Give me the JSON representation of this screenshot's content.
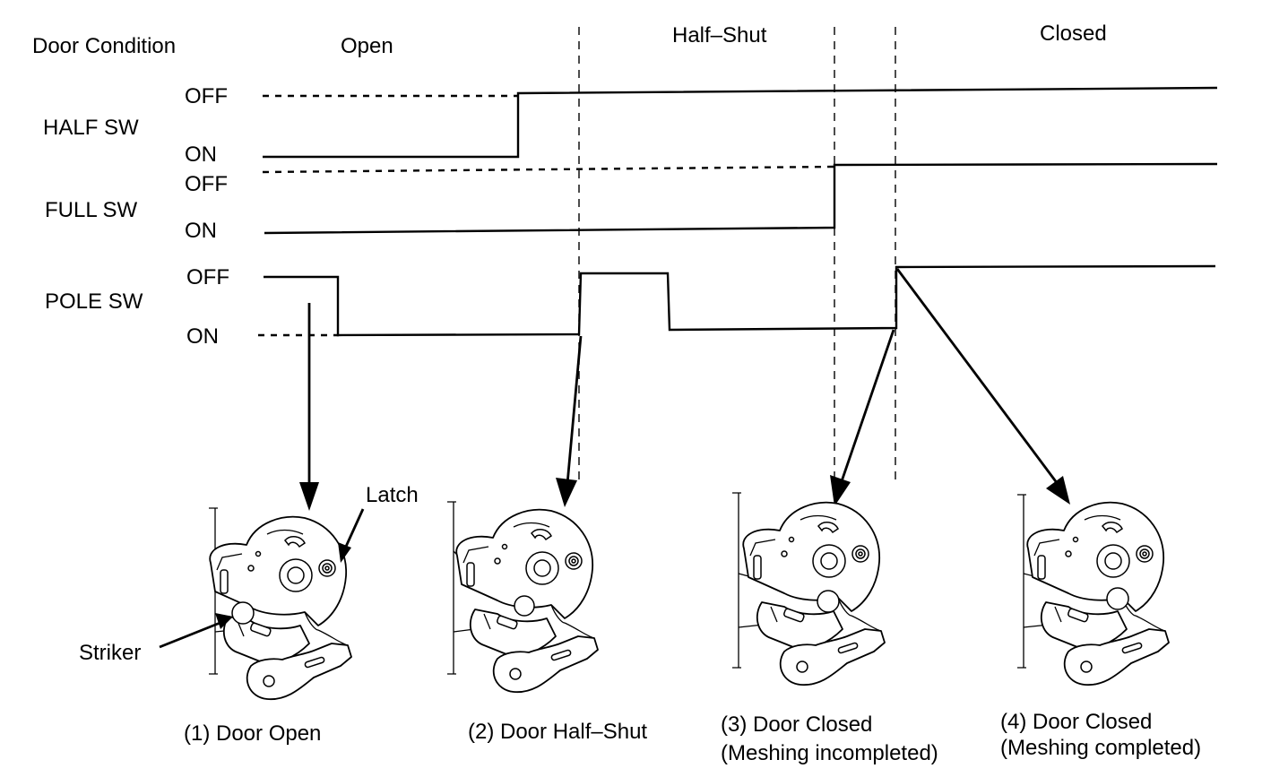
{
  "header": {
    "row_label": "Door Condition",
    "states": [
      "Open",
      "Half–Shut",
      "Closed"
    ]
  },
  "signals": [
    {
      "name": "HALF SW",
      "off_label": "OFF",
      "on_label": "ON"
    },
    {
      "name": "FULL SW",
      "off_label": "OFF",
      "on_label": "ON"
    },
    {
      "name": "POLE SW",
      "off_label": "OFF",
      "on_label": "ON"
    }
  ],
  "parts": {
    "latch": "Latch",
    "striker": "Striker"
  },
  "figures": [
    {
      "caption_line1": "(1) Door Open",
      "caption_line2": ""
    },
    {
      "caption_line1": "(2) Door Half–Shut",
      "caption_line2": ""
    },
    {
      "caption_line1": "(3) Door Closed",
      "caption_line2": "(Meshing incompleted)"
    },
    {
      "caption_line1": "(4) Door Closed",
      "caption_line2": "(Meshing completed)"
    }
  ]
}
